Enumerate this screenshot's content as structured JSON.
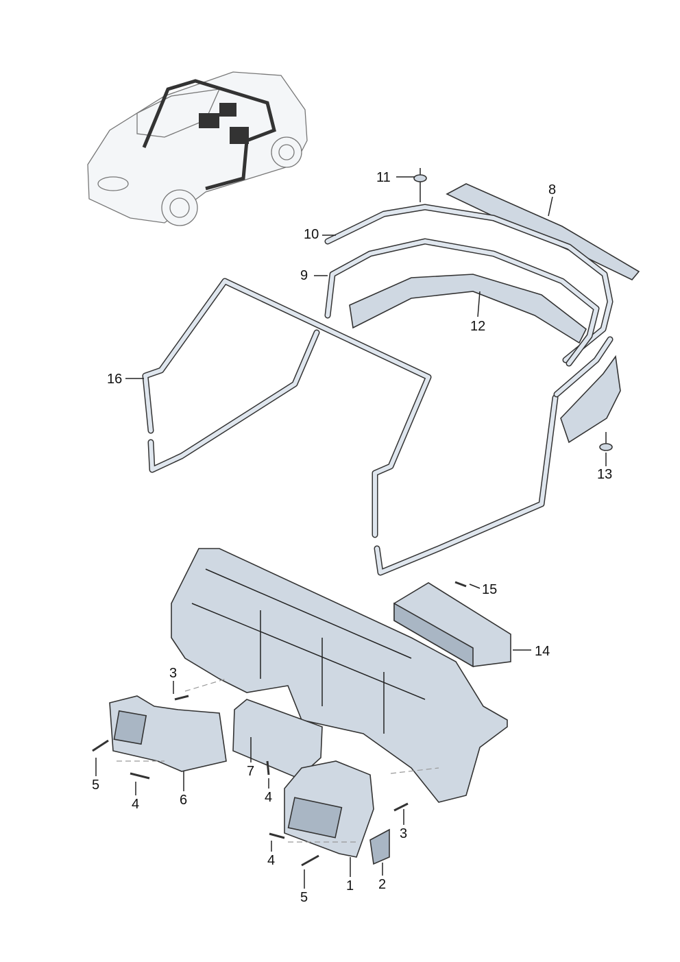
{
  "diagram": {
    "callouts": [
      {
        "id": "11",
        "label": "11"
      },
      {
        "id": "8",
        "label": "8"
      },
      {
        "id": "10",
        "label": "10"
      },
      {
        "id": "9",
        "label": "9"
      },
      {
        "id": "12",
        "label": "12"
      },
      {
        "id": "16",
        "label": "16"
      },
      {
        "id": "13",
        "label": "13"
      },
      {
        "id": "15",
        "label": "15"
      },
      {
        "id": "14",
        "label": "14"
      },
      {
        "id": "3a",
        "label": "3"
      },
      {
        "id": "5a",
        "label": "5"
      },
      {
        "id": "4a",
        "label": "4"
      },
      {
        "id": "6",
        "label": "6"
      },
      {
        "id": "7",
        "label": "7"
      },
      {
        "id": "4b",
        "label": "4"
      },
      {
        "id": "3b",
        "label": "3"
      },
      {
        "id": "4c",
        "label": "4"
      },
      {
        "id": "5b",
        "label": "5"
      },
      {
        "id": "1",
        "label": "1"
      },
      {
        "id": "2",
        "label": "2"
      }
    ],
    "colors": {
      "part": "#cfd8e2",
      "outline": "#333333"
    }
  }
}
